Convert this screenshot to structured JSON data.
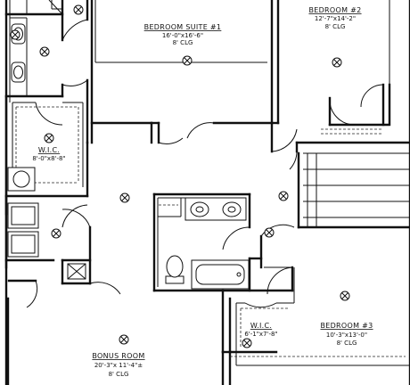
{
  "rooms": [
    {
      "id": "bedroom-suite-1",
      "name": "BEDROOM SUITE #1",
      "dims": "16'-0\"x16'-6\"",
      "clg": "8' CLG"
    },
    {
      "id": "bedroom-2",
      "name": "BEDROOM #2",
      "dims": "12'-7\"x14'-2\"",
      "clg": "8' CLG"
    },
    {
      "id": "wic-1",
      "name": "W.I.C.",
      "dims": "8'-0\"x8'-8\"",
      "clg": ""
    },
    {
      "id": "bedroom-3",
      "name": "BEDROOM #3",
      "dims": "10'-3\"x13'-0\"",
      "clg": "8' CLG"
    },
    {
      "id": "wic-2",
      "name": "W.I.C.",
      "dims": "6'-1\"x7'-8\"",
      "clg": ""
    },
    {
      "id": "bonus-room",
      "name": "BONUS ROOM",
      "dims": "20'-3\"x 11'-4\"±",
      "clg": "8' CLG"
    }
  ],
  "icons": [
    "light-fixture-icon",
    "sink-icon",
    "toilet-icon",
    "bathtub-icon",
    "washer-icon",
    "dryer-icon",
    "door-swing-icon",
    "stair-icon"
  ]
}
